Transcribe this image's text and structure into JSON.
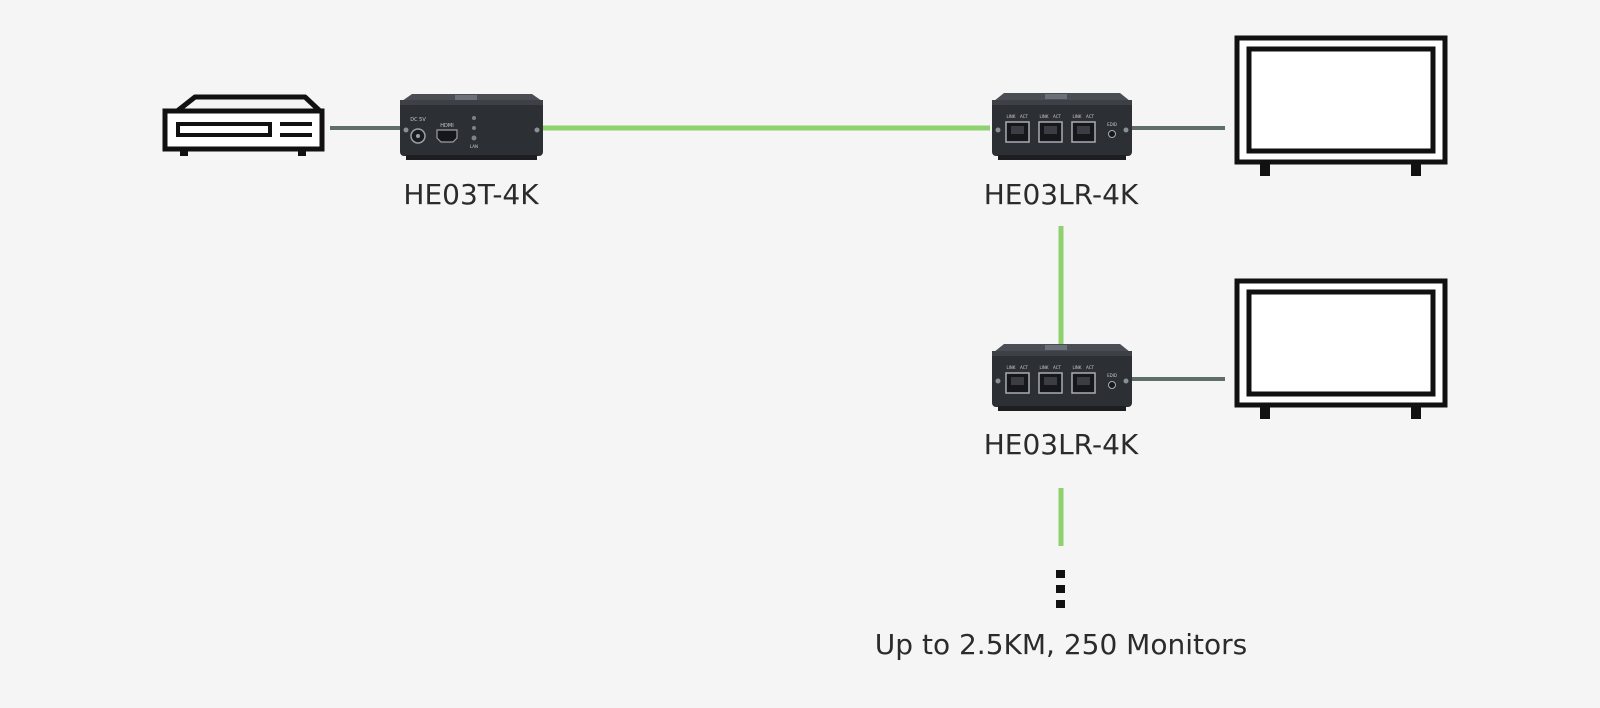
{
  "devices": {
    "transmitter": {
      "name": "HE03T-4K",
      "icon": "hdmi-transmitter-icon",
      "panel_labels": [
        "DC 5V",
        "HDMI",
        "LAN"
      ]
    },
    "receiver_1": {
      "name": "HE03LR-4K",
      "icon": "hdbaset-receiver-icon",
      "panel_labels": [
        "LINK",
        "ACT",
        "LINK",
        "ACT",
        "LINK",
        "ACT",
        "EDID"
      ]
    },
    "receiver_2": {
      "name": "HE03LR-4K",
      "icon": "hdbaset-receiver-icon",
      "panel_labels": [
        "LINK",
        "ACT",
        "LINK",
        "ACT",
        "LINK",
        "ACT",
        "EDID"
      ]
    }
  },
  "source": {
    "icon": "media-player-icon"
  },
  "displays": [
    {
      "icon": "monitor-icon"
    },
    {
      "icon": "monitor-icon"
    }
  ],
  "note": "Up to 2.5KM, 250 Monitors",
  "colors": {
    "background": "#f5f5f5",
    "lan_cable": "#8fd16f",
    "hdmi_cable": "#5f6f68",
    "device_body": "#2c2f33",
    "outline": "#111111",
    "text": "#2b2b2b"
  }
}
